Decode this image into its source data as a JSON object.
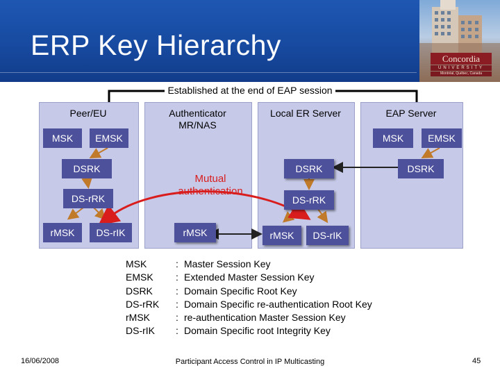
{
  "title": "ERP Key Hierarchy",
  "logo": {
    "name": "Concordia",
    "subtitle": "UNIVERSITY",
    "city": "Montréal, Québec, Canada"
  },
  "established_label": "Established at the end of EAP session",
  "columns": {
    "peer": "Peer/EU",
    "authenticator": "Authenticator\nMR/NAS",
    "local_er_server": "Local ER Server",
    "eap_server": "EAP Server"
  },
  "keys": {
    "peer_msk": "MSK",
    "peer_emsk": "EMSK",
    "peer_dsrk": "DSRK",
    "peer_dsrrk": "DS-rRK",
    "peer_rmsk": "rMSK",
    "peer_dsrik": "DS-rIK",
    "auth_rmsk": "rMSK",
    "local_dsrk": "DSRK",
    "local_dsrrk": "DS-rRK",
    "local_rmsk": "rMSK",
    "local_dsrik": "DS-rIK",
    "eap_msk": "MSK",
    "eap_emsk": "EMSK",
    "eap_dsrk": "DSRK"
  },
  "mutual_label": "Mutual\nauthentication",
  "legend": [
    {
      "abbr": "MSK",
      "sep": ":",
      "def": "Master Session Key"
    },
    {
      "abbr": "EMSK",
      "sep": ":",
      "def": "Extended Master Session Key"
    },
    {
      "abbr": "DSRK",
      "sep": ":",
      "def": "Domain Specific Root Key"
    },
    {
      "abbr": "DS-rRK",
      "sep": ":",
      "def": "Domain Specific re-authentication Root Key"
    },
    {
      "abbr": "rMSK",
      "sep": ":",
      "def": "re-authentication Master Session Key"
    },
    {
      "abbr": "DS-rIK",
      "sep": ":",
      "def": "Domain Specific root Integrity Key"
    }
  ],
  "footer": {
    "date": "16/06/2008",
    "title": "Participant Access Control in IP Multicasting",
    "page": "45"
  },
  "colors": {
    "header": "#174aa0",
    "panel": "#c6c9e7",
    "key_box": "#4d509a",
    "accent_red": "#d91d1d"
  }
}
